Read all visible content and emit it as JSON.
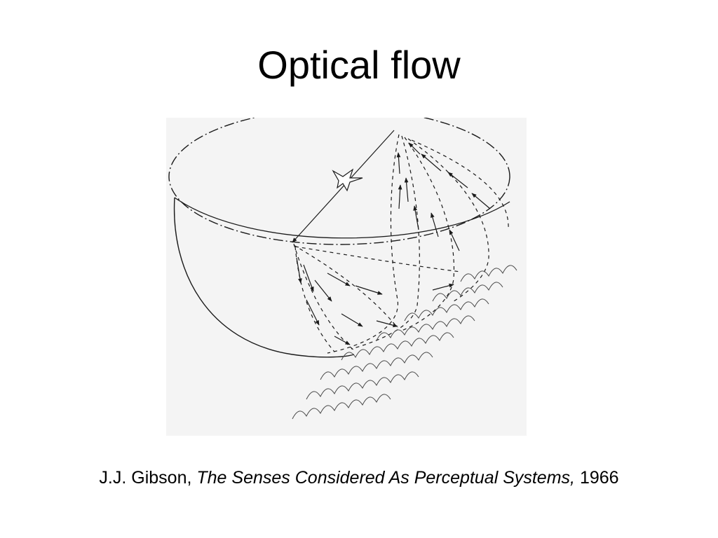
{
  "slide": {
    "title": "Optical flow",
    "caption": {
      "author": "J.J. Gibson,",
      "book": "The Senses Considered As Perceptual Systems,",
      "year": "1966"
    }
  },
  "colors": {
    "background": "#ffffff",
    "ink": "#000000",
    "line": "#1a1a1a",
    "figure_paper": "#f4f4f4"
  }
}
